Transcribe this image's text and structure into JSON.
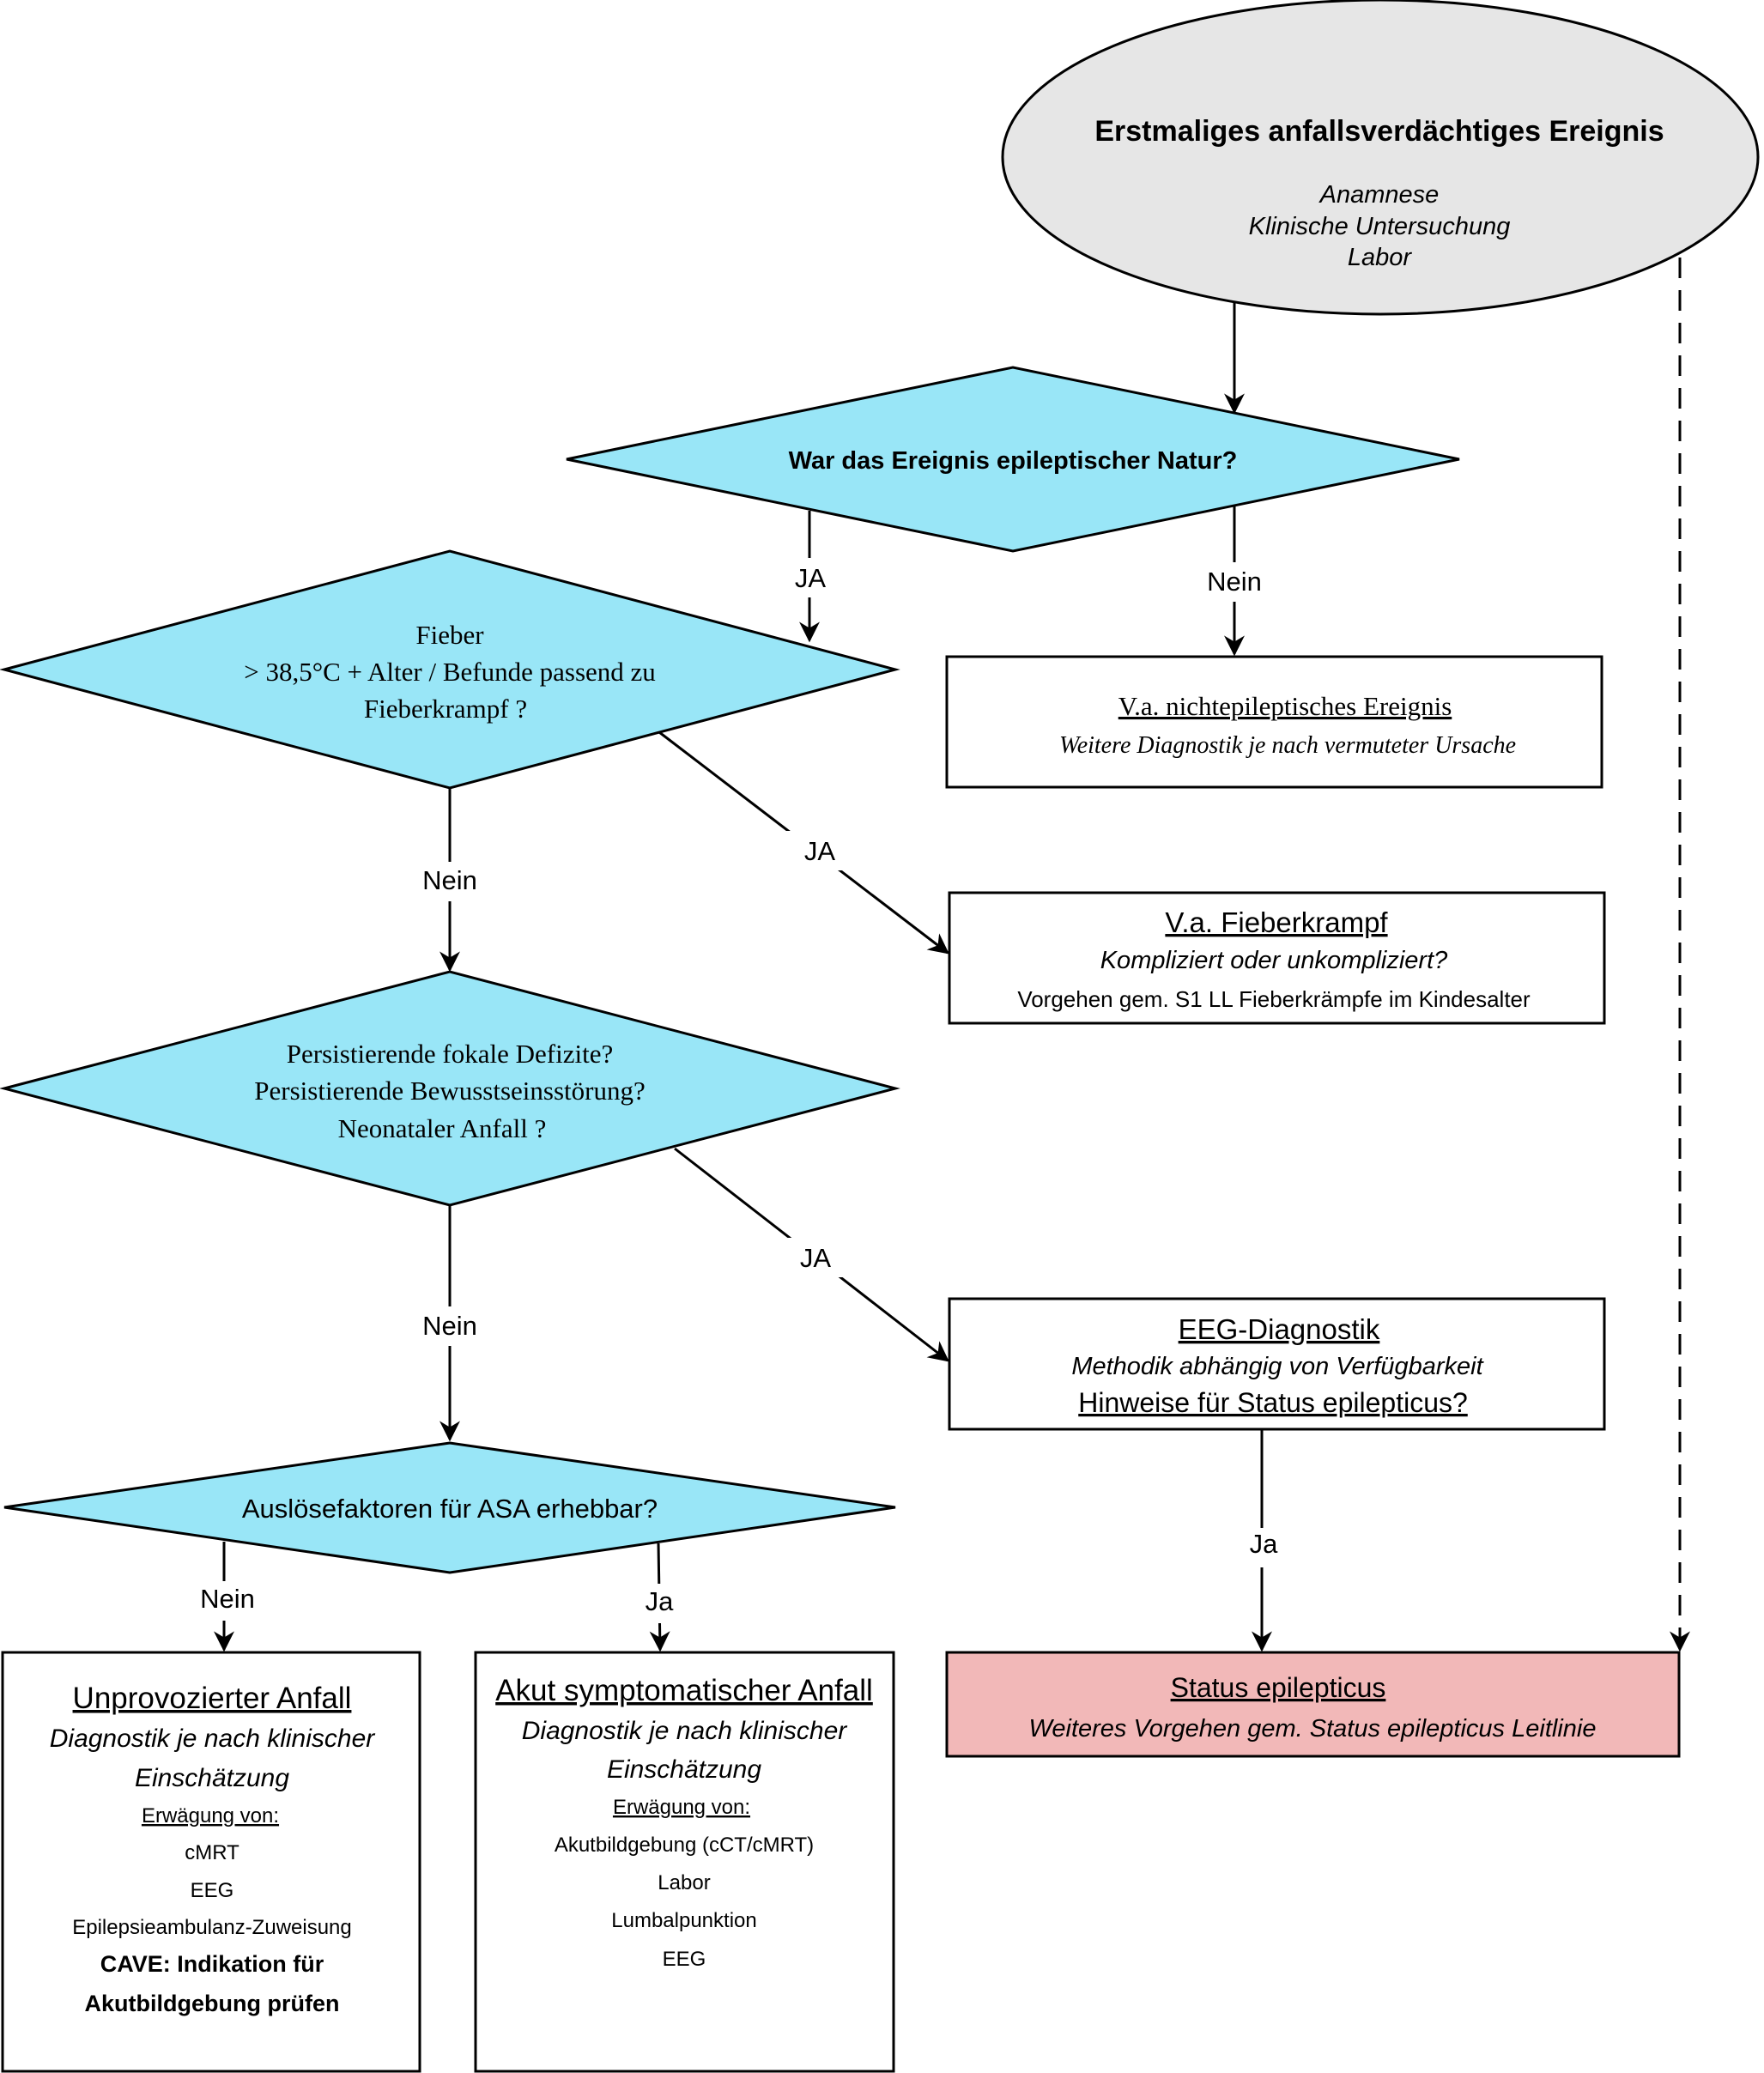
{
  "start": {
    "title": "Erstmaliges anfallsverdächtiges Ereignis",
    "lines": [
      "Anamnese",
      "Klinische Untersuchung",
      "Labor"
    ]
  },
  "q1": {
    "text": "War das Ereignis epileptischer Natur?"
  },
  "q2": {
    "lines": [
      "Fieber",
      "> 38,5°C + Alter / Befunde passend zu",
      "Fieberkrampf ?"
    ]
  },
  "q3": {
    "lines": [
      "Persistierende fokale Defizite?",
      "Persistierende Bewusstseinsstörung?",
      "Neonataler Anfall ?"
    ]
  },
  "q4": {
    "text": "Auslösefaktoren für ASA erhebbar?"
  },
  "box_nonepileptic": {
    "title": "V.a. nichtepileptisches Ereignis",
    "subtitle": "Weitere Diagnostik je nach vermuteter Ursache"
  },
  "box_fever": {
    "title": "V.a. Fieberkrampf",
    "subtitle": "Kompliziert oder  unkompliziert?",
    "note": "Vorgehen gem. S1 LL Fieberkrämpfe im Kindesalter"
  },
  "box_eeg": {
    "title": "EEG-Diagnostik",
    "subtitle": "Methodik abhängig von Verfügbarkeit",
    "question": "Hinweise für Status epilepticus?"
  },
  "box_status": {
    "title": "Status epilepticus",
    "subtitle": "Weiteres Vorgehen gem. Status epilepticus Leitlinie"
  },
  "box_unprovoked": {
    "title": "Unprovozierter Anfall",
    "subtitle_lines": [
      "Diagnostik je nach klinischer",
      "Einschätzung"
    ],
    "consider_label": "Erwägung von:",
    "items": [
      "cMRT",
      "EEG",
      "Epilepsieambulanz-Zuweisung"
    ],
    "cave_lines": [
      "CAVE: Indikation für",
      "Akutbildgebung prüfen"
    ]
  },
  "box_acute": {
    "title": "Akut symptomatischer Anfall",
    "subtitle_lines": [
      "Diagnostik je nach klinischer",
      "Einschätzung"
    ],
    "consider_label": "Erwägung von:",
    "items": [
      "Akutbildgebung (cCT/cMRT)",
      "Labor",
      "Lumbalpunktion",
      "EEG"
    ]
  },
  "edge_labels": {
    "q1_yes": "JA",
    "q1_no": "Nein",
    "q2_yes": "JA",
    "q2_no": "Nein",
    "q3_yes": "JA",
    "q3_no": "Nein",
    "q4_no": "Nein",
    "q4_yes": "Ja",
    "eeg_yes": "Ja"
  },
  "colors": {
    "start_fill": "#e6e6e6",
    "decision_fill": "#99e6f7",
    "status_fill": "#f2b8b8",
    "box_fill": "#ffffff",
    "stroke": "#000000"
  }
}
